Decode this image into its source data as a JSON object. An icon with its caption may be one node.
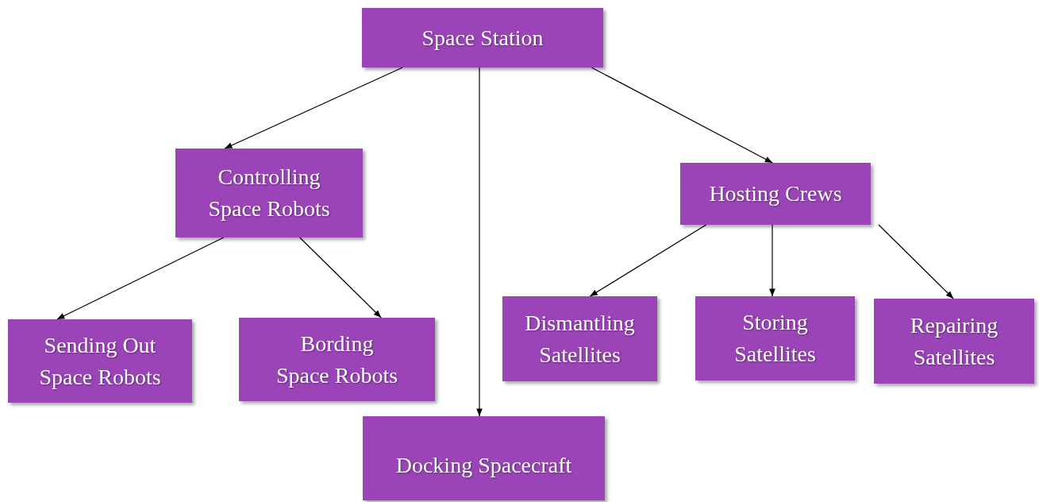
{
  "diagram": {
    "nodes": [
      {
        "text": [
          "Space Station"
        ]
      },
      {
        "text": [
          "Controlling Space Robots"
        ]
      },
      {
        "text": [
          "Hosting Crews"
        ]
      },
      {
        "text": [
          "Sending Out Space Robots"
        ]
      },
      {
        "text": [
          "Bording Space Robots"
        ]
      },
      {
        "text": [
          "Docking Spacecraft"
        ]
      },
      {
        "text": [
          "Dismantling Satellites"
        ]
      },
      {
        "text": [
          "Storing Satellites"
        ]
      },
      {
        "text": [
          "Repairing Satellites"
        ]
      }
    ],
    "edges": [
      {
        "from": 0,
        "to": 1,
        "arrow": "to"
      },
      {
        "from": 0,
        "to": 5,
        "arrow": "to"
      },
      {
        "from": 0,
        "to": 2,
        "arrow": "to"
      },
      {
        "from": 1,
        "to": 3,
        "arrow": "to"
      },
      {
        "from": 1,
        "to": 4,
        "arrow": "to"
      },
      {
        "from": 2,
        "to": 6,
        "arrow": "to"
      },
      {
        "from": 2,
        "to": 7,
        "arrow": "to"
      },
      {
        "from": 2,
        "to": 8,
        "arrow": "to"
      }
    ]
  }
}
